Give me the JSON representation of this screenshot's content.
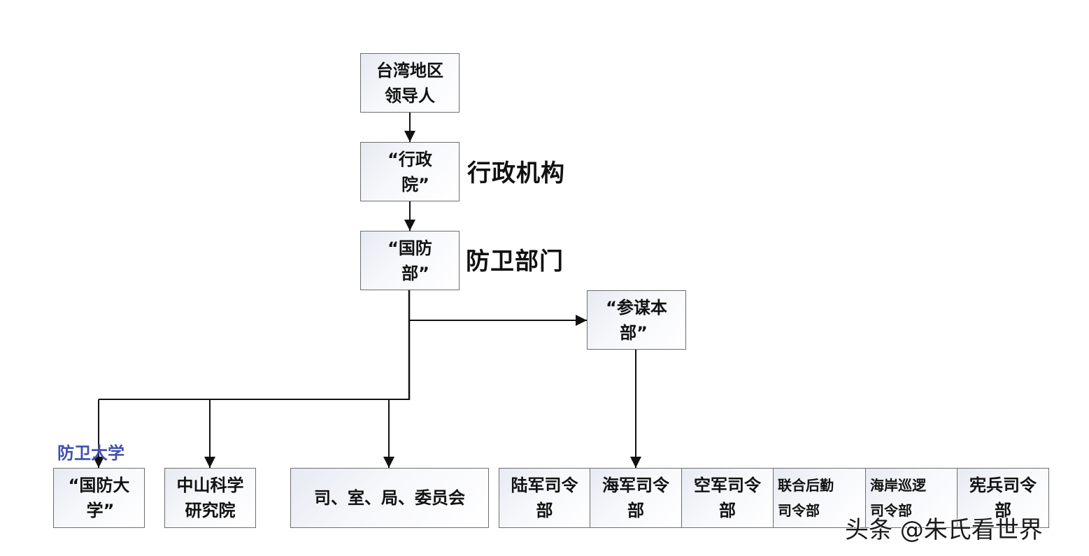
{
  "diagram": {
    "nodes": {
      "leader": {
        "lines": [
          "台湾地区",
          "领导人"
        ]
      },
      "executive_yuan": {
        "lines": [
          "“行政",
          "院”"
        ]
      },
      "defense_ministry": {
        "lines": [
          "“国防",
          "部”"
        ]
      },
      "general_staff": {
        "lines": [
          "“参谋本",
          "部”"
        ]
      },
      "defense_university": {
        "lines": [
          "“国防大",
          "学”"
        ]
      },
      "zhongshan_institute": {
        "lines": [
          "中山科学",
          "研究院"
        ]
      },
      "departments": {
        "lines": [
          "司、室、局、委员会"
        ]
      },
      "army_command": {
        "lines": [
          "陆军司令",
          "部"
        ]
      },
      "navy_command": {
        "lines": [
          "海军司令",
          "部"
        ]
      },
      "air_force_command": {
        "lines": [
          "空军司令",
          "部"
        ]
      },
      "logistics_command": {
        "lines": [
          "联合后勤",
          "司令部"
        ]
      },
      "coast_guard_command": {
        "lines": [
          "海岸巡逻",
          "司令部"
        ]
      },
      "military_police_command": {
        "lines": [
          "宪兵司令",
          "部"
        ]
      }
    },
    "annotations": {
      "executive_label": "行政机构",
      "defense_label": "防卫部门",
      "defense_university_label": "防卫大学"
    },
    "edges": [
      {
        "from": "leader",
        "to": "executive_yuan"
      },
      {
        "from": "executive_yuan",
        "to": "defense_ministry"
      },
      {
        "from": "defense_ministry",
        "to": "general_staff"
      },
      {
        "from": "defense_ministry",
        "to": "defense_university"
      },
      {
        "from": "defense_ministry",
        "to": "zhongshan_institute"
      },
      {
        "from": "defense_ministry",
        "to": "departments"
      },
      {
        "from": "general_staff",
        "to": "navy_command"
      }
    ]
  },
  "colors": {
    "line": "#111111",
    "box_border": "#6e6e6e",
    "blue_label": "#3f4fb0"
  },
  "watermark": "头条 @朱氏看世界"
}
